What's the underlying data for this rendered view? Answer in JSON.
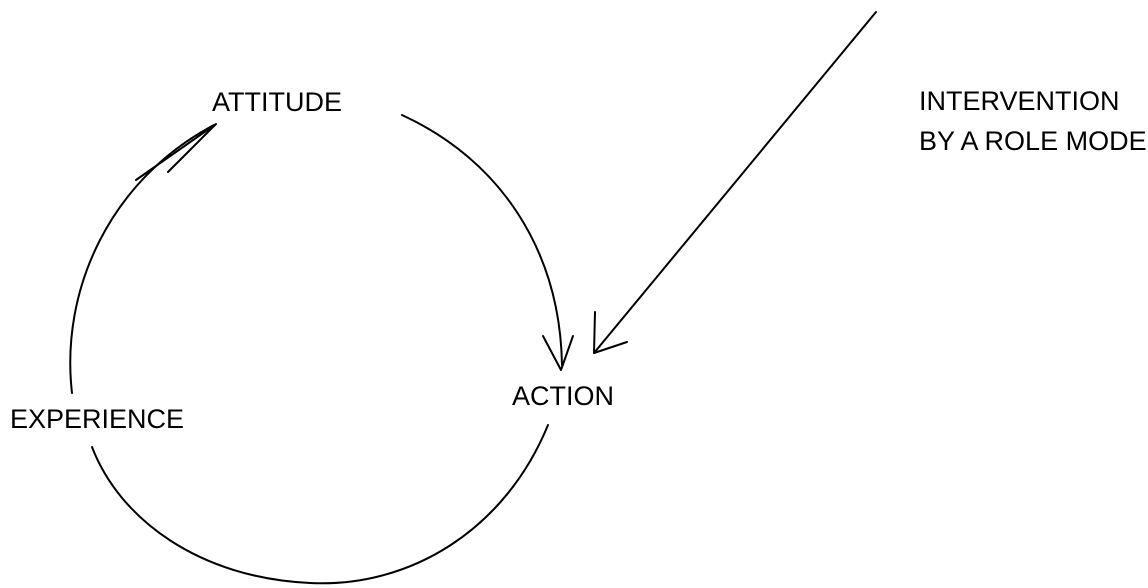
{
  "diagram": {
    "nodes": {
      "attitude": "ATTITUDE",
      "action": "ACTION",
      "experience": "EXPERIENCE"
    },
    "intervention": {
      "line1": "INTERVENTION",
      "line2": "BY A ROLE MODEL"
    },
    "colors": {
      "ink": "#000000",
      "background": "#ffffff"
    }
  }
}
